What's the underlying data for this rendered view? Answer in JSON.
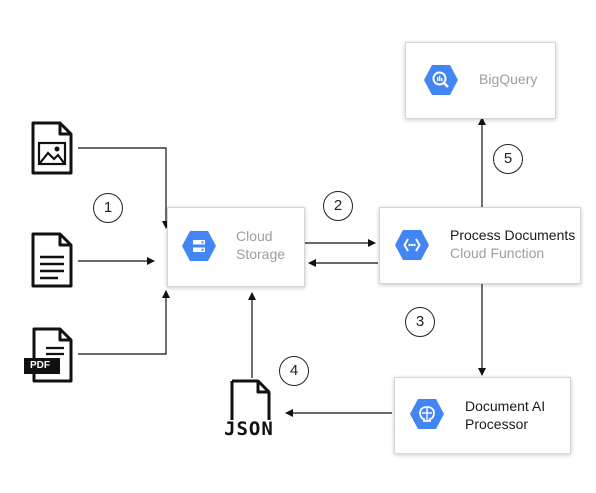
{
  "nodes": {
    "cloud_storage": {
      "line1": "Cloud",
      "line2": "Storage"
    },
    "process_documents": {
      "line1": "Process Documents",
      "line2": "Cloud Function"
    },
    "bigquery": {
      "label": "BigQuery"
    },
    "document_ai": {
      "line1": "Document AI",
      "line2": "Processor"
    }
  },
  "files": {
    "image": {
      "icon": "image-file-icon"
    },
    "text": {
      "icon": "text-file-icon"
    },
    "pdf": {
      "icon": "pdf-file-icon",
      "badge": "PDF"
    },
    "json": {
      "icon": "json-file-icon",
      "label": "JSON"
    }
  },
  "steps": [
    "1",
    "2",
    "3",
    "4",
    "5"
  ],
  "colors": {
    "google_blue": "#4285f4",
    "line": "#111111",
    "label_gray": "#9e9e9e"
  }
}
